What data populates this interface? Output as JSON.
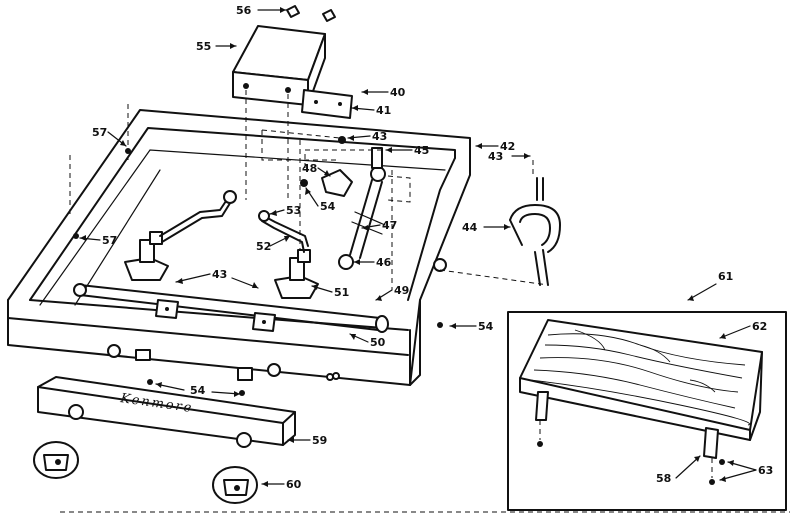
{
  "brand_text": "Kenmore",
  "callouts": [
    {
      "id": "56",
      "text": "56"
    },
    {
      "id": "55",
      "text": "55"
    },
    {
      "id": "40",
      "text": "40"
    },
    {
      "id": "41",
      "text": "41"
    },
    {
      "id": "43a",
      "text": "43"
    },
    {
      "id": "42",
      "text": "42"
    },
    {
      "id": "57a",
      "text": "57"
    },
    {
      "id": "45",
      "text": "45"
    },
    {
      "id": "43b",
      "text": "43"
    },
    {
      "id": "48",
      "text": "48"
    },
    {
      "id": "53",
      "text": "53"
    },
    {
      "id": "54a",
      "text": "54"
    },
    {
      "id": "44",
      "text": "44"
    },
    {
      "id": "47",
      "text": "47"
    },
    {
      "id": "57b",
      "text": "57"
    },
    {
      "id": "52",
      "text": "52"
    },
    {
      "id": "46",
      "text": "46"
    },
    {
      "id": "43c",
      "text": "43"
    },
    {
      "id": "51",
      "text": "51"
    },
    {
      "id": "49",
      "text": "49"
    },
    {
      "id": "61",
      "text": "61"
    },
    {
      "id": "54b",
      "text": "54"
    },
    {
      "id": "62",
      "text": "62"
    },
    {
      "id": "50",
      "text": "50"
    },
    {
      "id": "54c",
      "text": "54"
    },
    {
      "id": "59",
      "text": "59"
    },
    {
      "id": "58",
      "text": "58"
    },
    {
      "id": "63",
      "text": "63"
    },
    {
      "id": "60",
      "text": "60"
    }
  ]
}
